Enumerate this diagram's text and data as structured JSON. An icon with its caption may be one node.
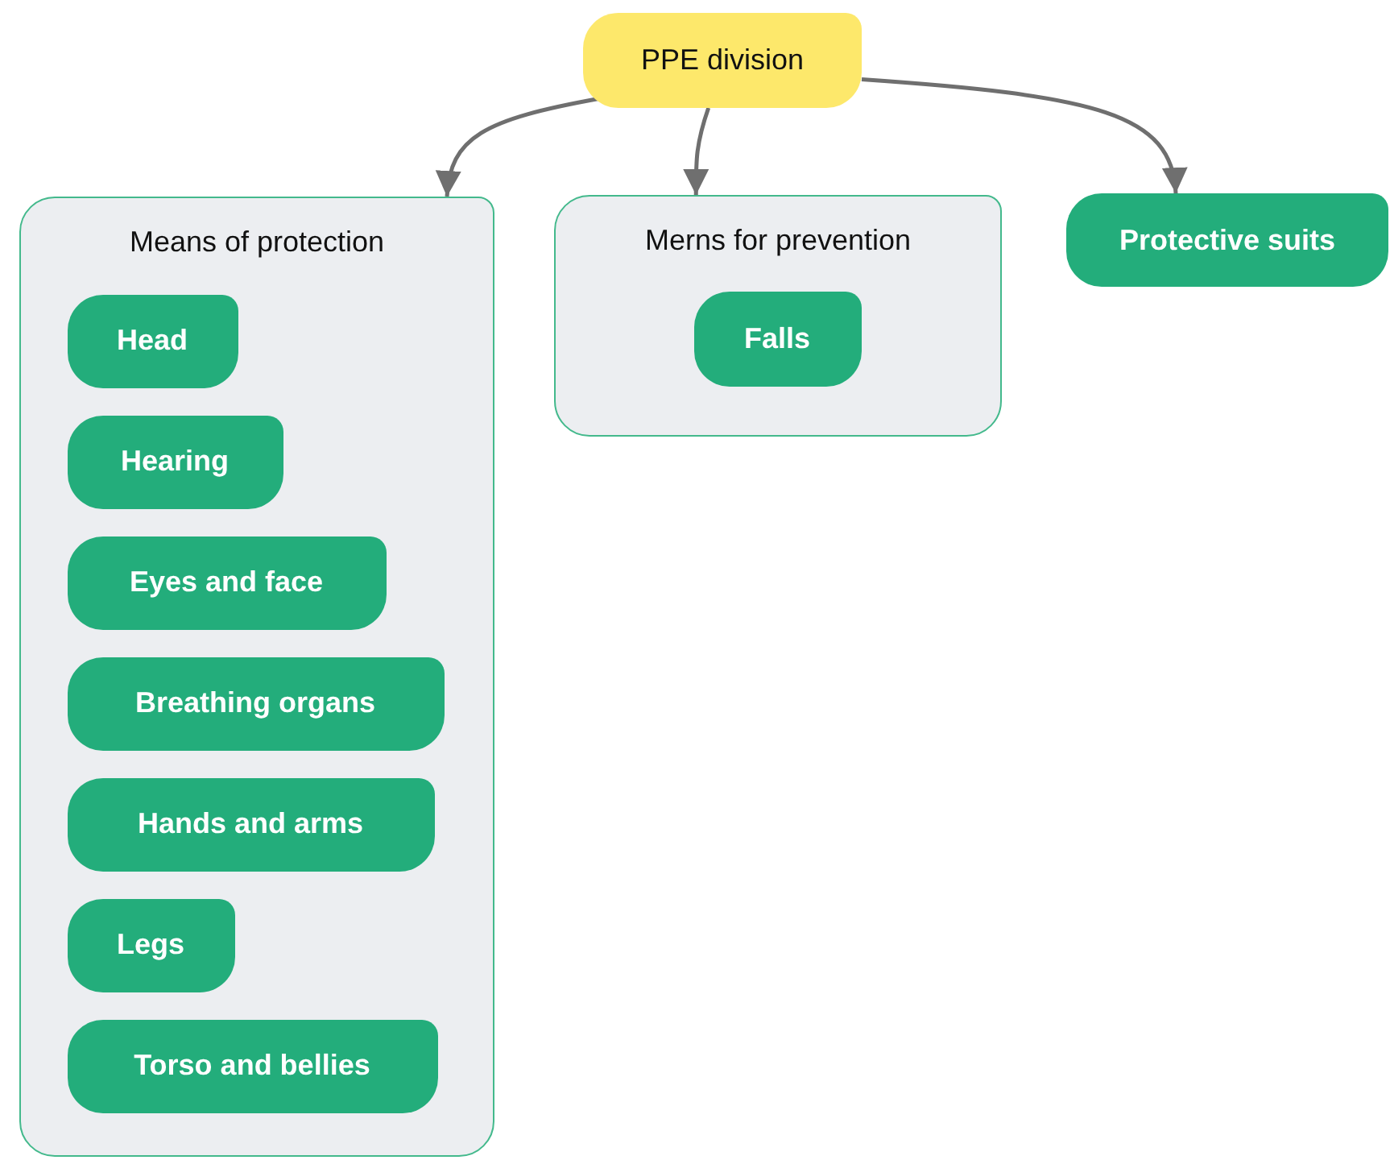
{
  "diagram": {
    "nodes": [
      {
        "text": [
          "PPE division"
        ]
      },
      {
        "text": [
          "Means of protection"
        ]
      },
      {
        "text": [
          "Head"
        ],
        "in": 1
      },
      {
        "text": [
          "Hearing"
        ],
        "in": 1
      },
      {
        "text": [
          "Eyes and face"
        ],
        "in": 1
      },
      {
        "text": [
          "Breathing organs"
        ],
        "in": 1
      },
      {
        "text": [
          "Hands and arms"
        ],
        "in": 1
      },
      {
        "text": [
          "Legs"
        ],
        "in": 1
      },
      {
        "text": [
          "Torso and bellies"
        ],
        "in": 1
      },
      {
        "text": [
          "Merns for prevention"
        ]
      },
      {
        "text": [
          "Falls"
        ],
        "in": 9
      },
      {
        "text": [
          "Protective suits"
        ]
      }
    ],
    "edges": [
      {
        "from": 0,
        "to": 1,
        "arrow": "to"
      },
      {
        "from": 0,
        "to": 9,
        "arrow": "to"
      },
      {
        "from": 0,
        "to": 11,
        "arrow": "to"
      }
    ]
  }
}
